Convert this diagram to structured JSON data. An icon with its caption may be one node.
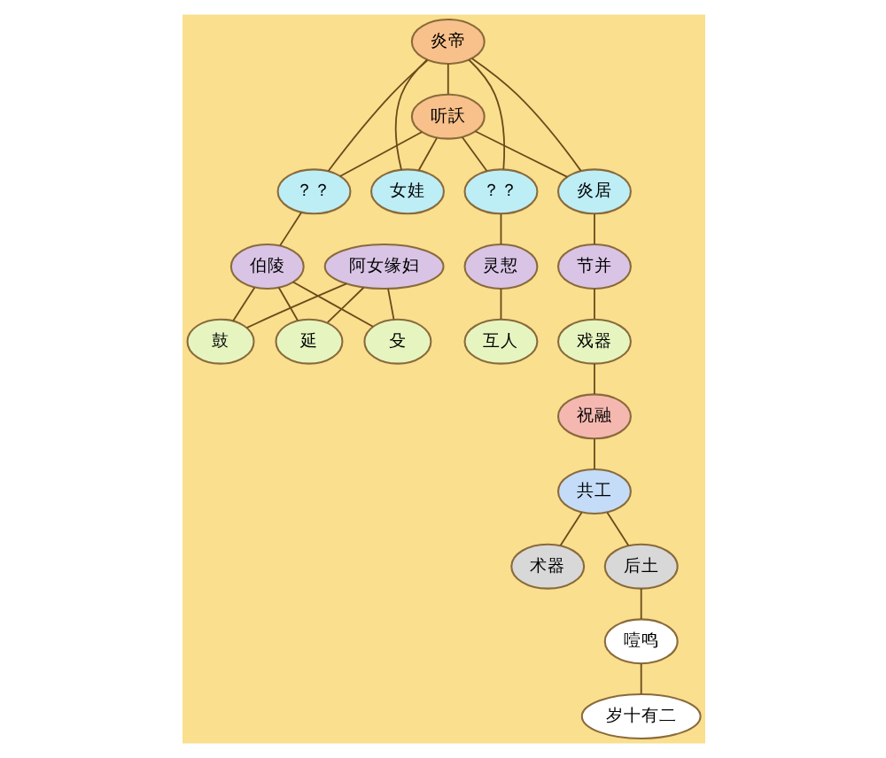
{
  "diagram": {
    "nodes": [
      {
        "text": [
          "炎帝"
        ]
      },
      {
        "text": [
          "听訞"
        ]
      },
      {
        "text": [
          "？？"
        ]
      },
      {
        "text": [
          "女娃"
        ]
      },
      {
        "text": [
          "？？"
        ]
      },
      {
        "text": [
          "炎居"
        ]
      },
      {
        "text": [
          "伯陵"
        ]
      },
      {
        "text": [
          "阿女缘妇"
        ]
      },
      {
        "text": [
          "灵恝"
        ]
      },
      {
        "text": [
          "节并"
        ]
      },
      {
        "text": [
          "鼓"
        ]
      },
      {
        "text": [
          "延"
        ]
      },
      {
        "text": [
          "殳"
        ]
      },
      {
        "text": [
          "互人"
        ]
      },
      {
        "text": [
          "戏器"
        ]
      },
      {
        "text": [
          "祝融"
        ]
      },
      {
        "text": [
          "共工"
        ]
      },
      {
        "text": [
          "术器"
        ]
      },
      {
        "text": [
          "后土"
        ]
      },
      {
        "text": [
          "噎鸣"
        ]
      },
      {
        "text": [
          "岁十有二"
        ]
      }
    ],
    "edges": [
      {
        "from": 0,
        "to": 1,
        "arrow": "none"
      },
      {
        "from": 0,
        "to": 2,
        "arrow": "none"
      },
      {
        "from": 0,
        "to": 3,
        "arrow": "none"
      },
      {
        "from": 0,
        "to": 4,
        "arrow": "none"
      },
      {
        "from": 0,
        "to": 5,
        "arrow": "none"
      },
      {
        "from": 1,
        "to": 2,
        "arrow": "none"
      },
      {
        "from": 1,
        "to": 3,
        "arrow": "none"
      },
      {
        "from": 1,
        "to": 4,
        "arrow": "none"
      },
      {
        "from": 1,
        "to": 5,
        "arrow": "none"
      },
      {
        "from": 2,
        "to": 6,
        "arrow": "none"
      },
      {
        "from": 6,
        "to": 10,
        "arrow": "none"
      },
      {
        "from": 6,
        "to": 11,
        "arrow": "none"
      },
      {
        "from": 6,
        "to": 12,
        "arrow": "none"
      },
      {
        "from": 7,
        "to": 10,
        "arrow": "none"
      },
      {
        "from": 7,
        "to": 11,
        "arrow": "none"
      },
      {
        "from": 7,
        "to": 12,
        "arrow": "none"
      },
      {
        "from": 4,
        "to": 8,
        "arrow": "none"
      },
      {
        "from": 8,
        "to": 13,
        "arrow": "none"
      },
      {
        "from": 5,
        "to": 9,
        "arrow": "none"
      },
      {
        "from": 9,
        "to": 14,
        "arrow": "none"
      },
      {
        "from": 14,
        "to": 15,
        "arrow": "none"
      },
      {
        "from": 15,
        "to": 16,
        "arrow": "none"
      },
      {
        "from": 16,
        "to": 17,
        "arrow": "none"
      },
      {
        "from": 16,
        "to": 18,
        "arrow": "none"
      },
      {
        "from": 18,
        "to": 19,
        "arrow": "none"
      },
      {
        "from": 19,
        "to": 20,
        "arrow": "none"
      }
    ]
  }
}
